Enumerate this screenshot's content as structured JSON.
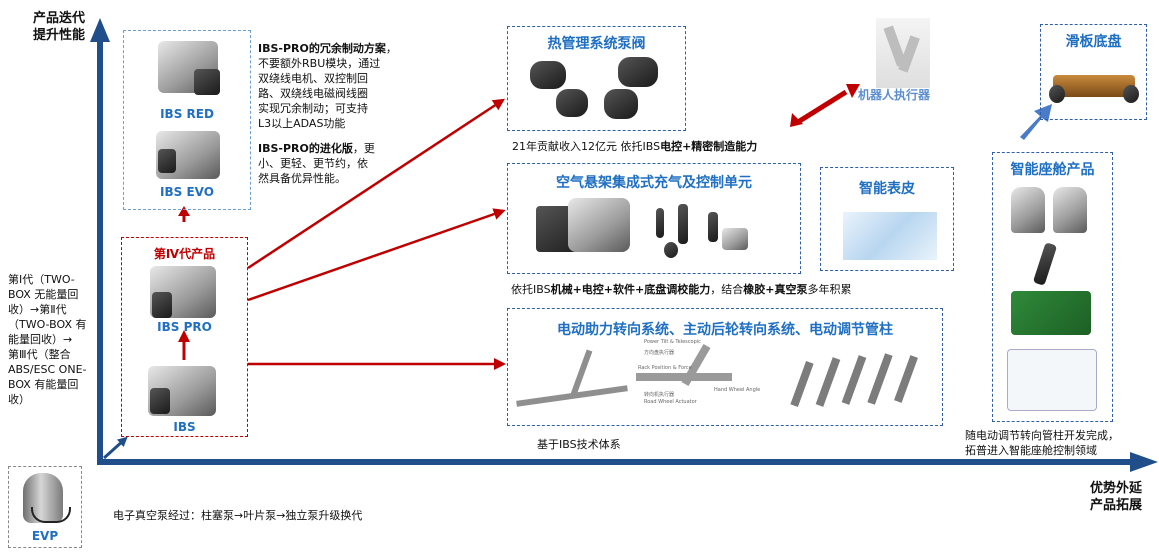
{
  "axes": {
    "y_label_line1": "产品迭代",
    "y_label_line2": "提升性能",
    "x_label_line1": "优势外延",
    "x_label_line2": "产品拓展"
  },
  "left_note": [
    "第Ⅰ代（TWO-",
    "BOX 无能量回",
    "收）→第Ⅱ代",
    "（TWO-BOX 有",
    "能量回收）→",
    "第Ⅲ代（整合",
    "ABS/ESC ONE-",
    "BOX 有能量回",
    "收）"
  ],
  "evp": {
    "label": "EVP",
    "desc": "电子真空泵经过：柱塞泵→叶片泵→独立泵升级换代"
  },
  "ibs": {
    "red_label": "IBS RED",
    "evo_label": "IBS EVO",
    "gen4_title": "第Ⅳ代产品",
    "pro_label": "IBS PRO",
    "ibs_label": "IBS"
  },
  "desc_red": {
    "bold": "IBS-PRO的冗余制动方案",
    "lines": [
      "，",
      "不要额外RBU模块，通过",
      "双绕线电机、双控制回",
      "路、双绕线电磁阀线圈",
      "实现冗余制动；可支持",
      "L3以上ADAS功能"
    ]
  },
  "desc_evo": {
    "bold": "IBS-PRO的进化版",
    "line1_rest": "，更",
    "lines": [
      "小、更轻、更节约，依",
      "然具备优异性能。"
    ]
  },
  "thermal": {
    "title": "热管理系统泵阀",
    "caption_plain": "21年贡献收入12亿元  依托IBS",
    "caption_bold": "电控+精密制造能力"
  },
  "robot": {
    "title": "机器人执行器"
  },
  "air": {
    "title": "空气悬架集成式充气及控制单元",
    "caption_p1": "依托IBS",
    "caption_b1": "机械+电控+软件+底盘调校能力",
    "caption_p2": "，结合",
    "caption_b2": "橡胶+真空泵",
    "caption_p3": "多年积累"
  },
  "skin": {
    "title": "智能表皮"
  },
  "steering": {
    "title": "电动助力转向系统、主动后轮转向系统、电动调节管柱",
    "caption": "基于IBS技术体系",
    "img_labels": [
      "Power Tilt & Telescopic",
      "方向盘执行器",
      "Rack Position & Force",
      "转向机执行器",
      "Road Wheel Actuator",
      "Hand Wheel Angle"
    ]
  },
  "chassis": {
    "title": "滑板底盘"
  },
  "cockpit": {
    "title": "智能座舱产品",
    "caption_line1": "随电动调节转向管柱开发完成，",
    "caption_line2": "拓普进入智能座舱控制领域"
  },
  "colors": {
    "blue": "#1f5fa8",
    "red": "#c00000",
    "title_blue": "#1f6fc4"
  }
}
